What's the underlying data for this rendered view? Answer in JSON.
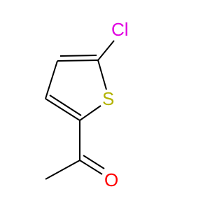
{
  "molecule": {
    "atoms": {
      "chlorine": {
        "label": "Cl",
        "color": "#e000e0"
      },
      "sulfur": {
        "label": "S",
        "color": "#b3b300"
      },
      "oxygen": {
        "label": "O",
        "color": "#ff0000"
      }
    },
    "bond_color": "#000000"
  }
}
